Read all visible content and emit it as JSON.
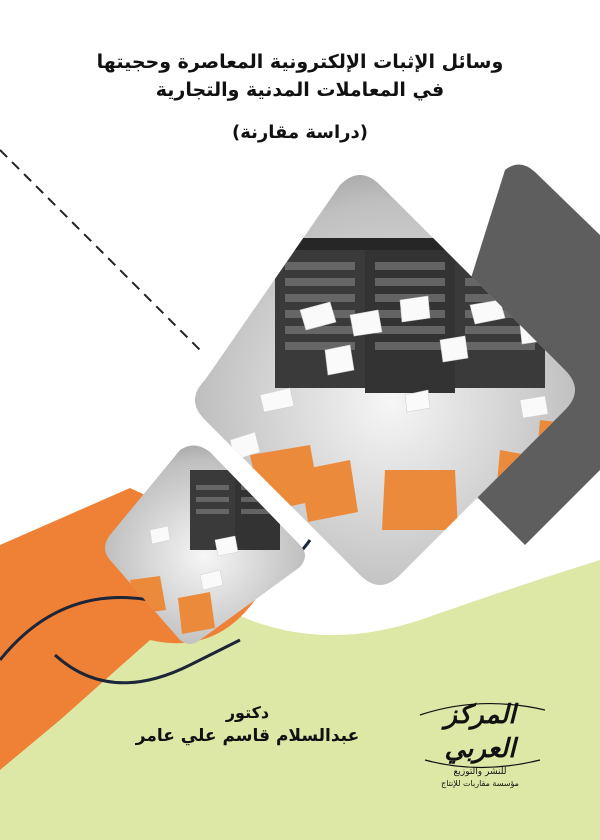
{
  "book": {
    "title_lines": [
      "وسائل الإثبات الإلكترونية المعاصرة وحجيتها",
      "في المعاملات المدنية والتجارية"
    ],
    "subtitle": "(دراسة مقارنة)",
    "author_prefix": "دكتور",
    "author_name": "عبدالسلام قاسم علي عامر"
  },
  "publisher": {
    "name": "المركز العربي",
    "line1": "للنشر والتوزيع",
    "line2": "مؤسسة مقاربات للإنتاج"
  },
  "colors": {
    "orange": "#ee8135",
    "lime": "#dde8a6",
    "dark_gray": "#5e5e5e",
    "navy": "#1d2538",
    "folder": "#ec8a3b"
  }
}
